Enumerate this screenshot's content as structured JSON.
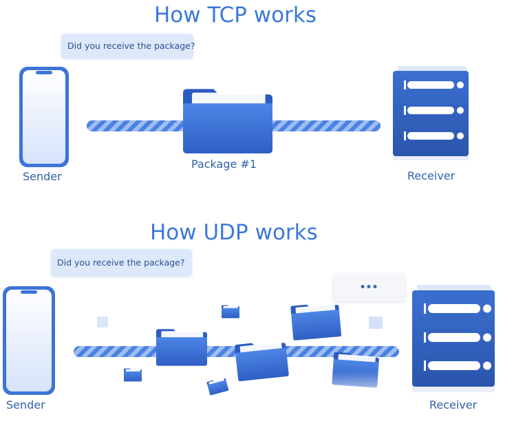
{
  "tcp": {
    "title": "How TCP works",
    "question": "Did you receive the package?",
    "sender_label": "Sender",
    "package_label": "Package #1",
    "receiver_label": "Receiver"
  },
  "udp": {
    "title": "How UDP works",
    "question": "Did you receive the package?",
    "reply": "•••",
    "sender_label": "Sender",
    "receiver_label": "Receiver"
  },
  "colors": {
    "title": "#3c78d8",
    "label": "#2f5fa8",
    "phone_frame": "#3d74d6",
    "server": "#2f5fbf",
    "folder": "#3f72d8",
    "bubble": "#dde9fb"
  },
  "icons": [
    "phone-icon",
    "folder-icon",
    "server-icon"
  ]
}
